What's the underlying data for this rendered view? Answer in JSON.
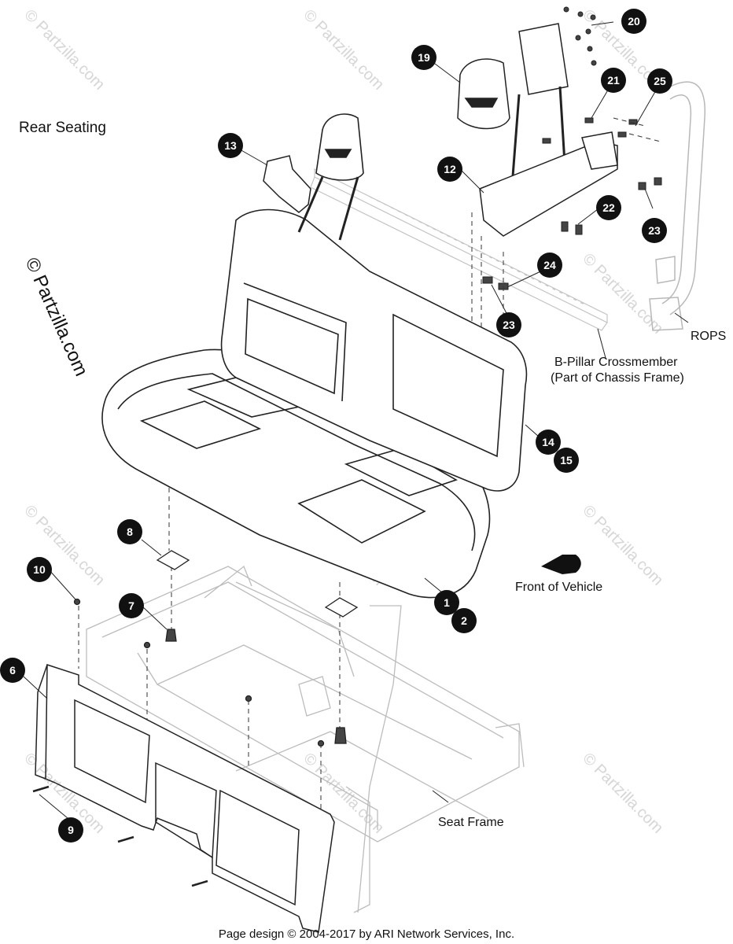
{
  "title": "Rear Seating",
  "watermark": "© Partzilla.com",
  "footer": "Page design © 2004-2017 by ARI Network Services, Inc.",
  "labels": {
    "b_pillar_line1": "B-Pillar Crossmember",
    "b_pillar_line2": "(Part of Chassis Frame)",
    "rops": "ROPS",
    "front_of_vehicle": "Front of Vehicle",
    "seat_frame": "Seat Frame"
  },
  "callouts": [
    "1",
    "2",
    "6",
    "7",
    "8",
    "9",
    "10",
    "12",
    "13",
    "14",
    "15",
    "19",
    "20",
    "21",
    "22",
    "23",
    "23",
    "24",
    "25"
  ]
}
